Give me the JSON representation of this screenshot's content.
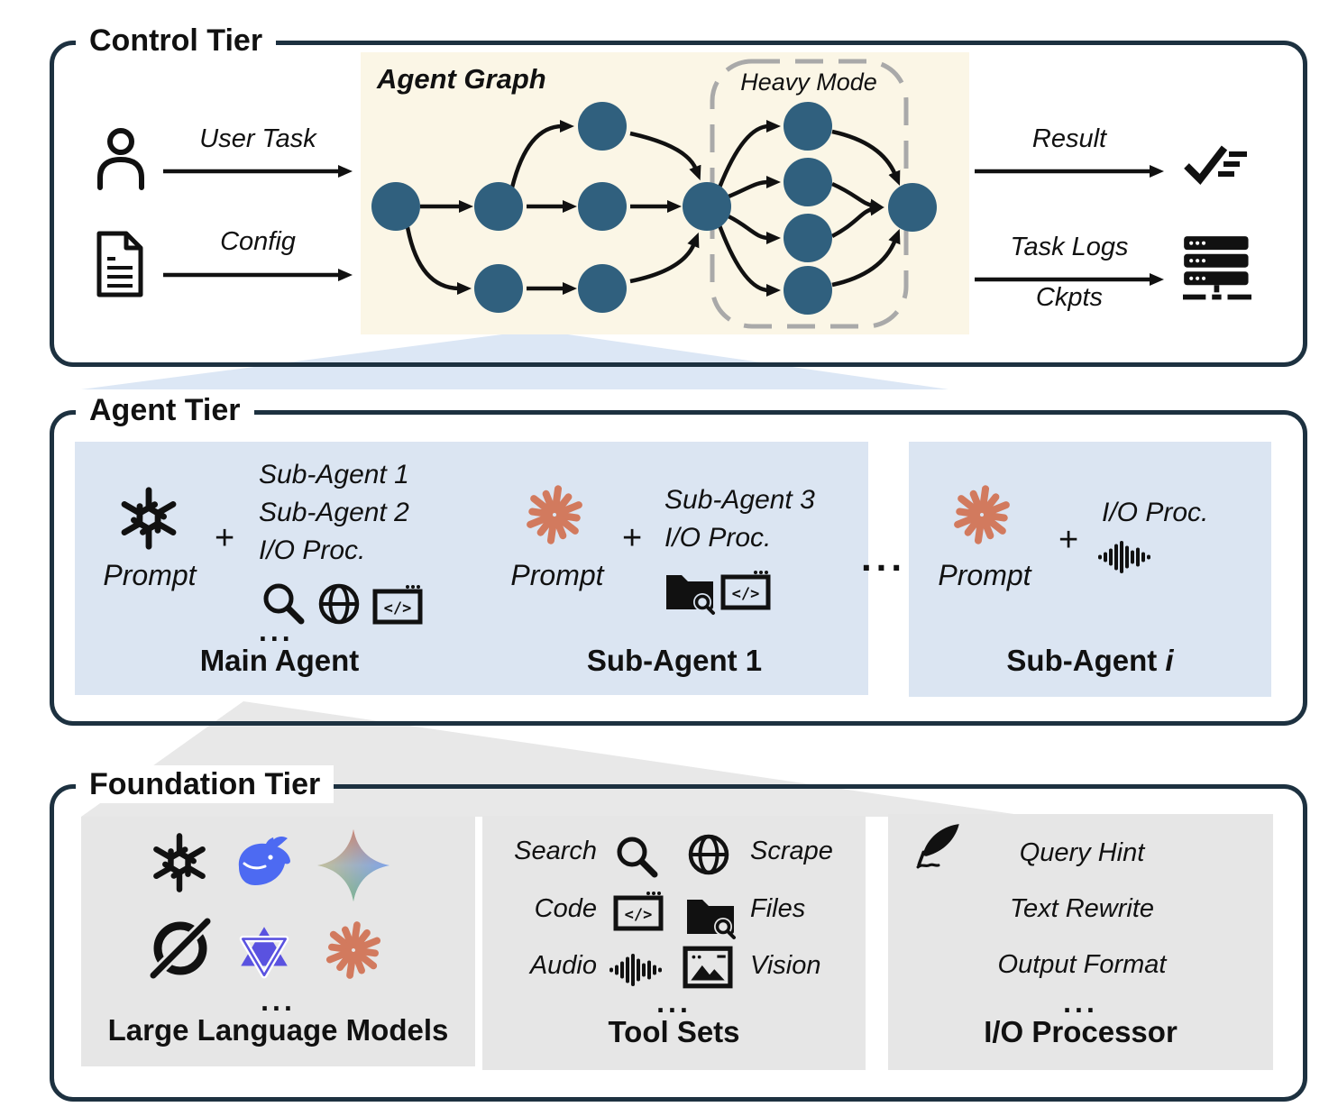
{
  "colors": {
    "border": "#1d3140",
    "node": "#30607e",
    "cream": "#fbf6e6",
    "cardblue": "#dbe5f2",
    "boxgray": "#e6e6e6",
    "triblue": "#dce7f5",
    "trigray": "#e8e8e8",
    "dash": "#a9a9a9",
    "accent": "#d27a5e",
    "whale": "#4d6af2",
    "qwen": "#5a52e0"
  },
  "control_tier": {
    "title": "Control Tier",
    "user_task_label": "User Task",
    "config_label": "Config",
    "agent_graph_label": "Agent Graph",
    "heavy_mode_label": "Heavy Mode",
    "result_label": "Result",
    "task_logs_label": "Task Logs",
    "ckpts_label": "Ckpts",
    "graph": {
      "main_node_count": 7,
      "heavy_mode_node_count": 4,
      "output_node_count": 1
    },
    "icons": [
      "user-icon",
      "document-icon",
      "checklist-icon",
      "server-icon"
    ]
  },
  "agent_tier": {
    "title": "Agent Tier",
    "separator": "...",
    "cards": [
      {
        "logo": "openai-logo",
        "prompt_label": "Prompt",
        "plus": "+",
        "items": [
          "Sub-Agent 1",
          "Sub-Agent 2",
          "I/O Proc."
        ],
        "icons": [
          "search-icon",
          "globe-icon",
          "code-icon"
        ],
        "ellipsis": "...",
        "caption": "Main Agent"
      },
      {
        "logo": "claude-logo",
        "prompt_label": "Prompt",
        "plus": "+",
        "items": [
          "Sub-Agent 3",
          "I/O Proc."
        ],
        "icons": [
          "folder-search-icon",
          "code-icon"
        ],
        "caption": "Sub-Agent 1"
      },
      {
        "logo": "claude-logo",
        "prompt_label": "Prompt",
        "plus": "+",
        "items": [
          "I/O Proc."
        ],
        "icons": [
          "audio-waveform-icon"
        ],
        "caption_prefix": "Sub-Agent ",
        "caption_var": "i"
      }
    ]
  },
  "foundation_tier": {
    "title": "Foundation Tier",
    "llm": {
      "logos": [
        "openai-logo",
        "deepseek-logo",
        "gemini-logo",
        "grok-logo",
        "qwen-logo",
        "claude-logo"
      ],
      "ellipsis": "...",
      "caption": "Large Language Models"
    },
    "tools": {
      "rows": [
        {
          "left": "Search",
          "right": "Scrape"
        },
        {
          "left": "Code",
          "right": "Files"
        },
        {
          "left": "Audio",
          "right": "Vision"
        }
      ],
      "icons": [
        "search-icon",
        "globe-icon",
        "code-icon",
        "folder-search-icon",
        "audio-waveform-icon",
        "image-icon"
      ],
      "ellipsis": "...",
      "caption": "Tool Sets"
    },
    "io": {
      "icon": "quill-icon",
      "items": [
        "Query Hint",
        "Text Rewrite",
        "Output Format"
      ],
      "ellipsis": "...",
      "caption": "I/O Processor"
    }
  }
}
